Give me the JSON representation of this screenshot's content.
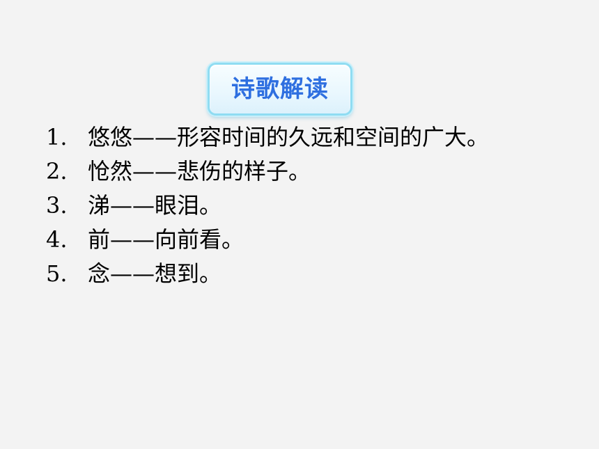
{
  "title": "诗歌解读",
  "items": [
    {
      "number": "1.",
      "text": "悠悠——形容时间的久远和空间的广大。"
    },
    {
      "number": "2.",
      "text": "怆然——悲伤的样子。"
    },
    {
      "number": "3.",
      "text": "涕——眼泪。"
    },
    {
      "number": "4.",
      "text": "前——向前看。"
    },
    {
      "number": "5.",
      "text": "念——想到。"
    }
  ],
  "colors": {
    "background": "#f3f3f3",
    "title_text": "#2e6fe0",
    "title_border": "#8fdcf2"
  }
}
